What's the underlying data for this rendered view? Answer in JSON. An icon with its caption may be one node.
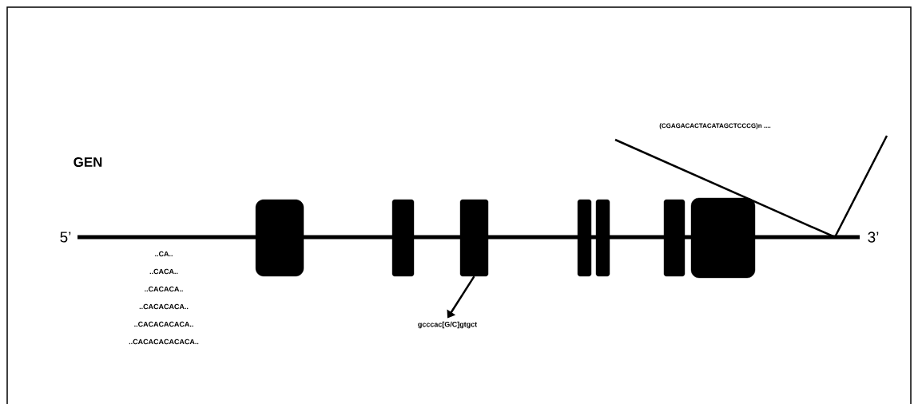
{
  "diagram": {
    "nodes": [
      {
        "text": [],
        "shape": "box"
      },
      {
        "text": [],
        "shape": "box"
      },
      {
        "text": [],
        "shape": "box"
      },
      {
        "text": [],
        "shape": "box"
      },
      {
        "text": [],
        "shape": "box"
      },
      {
        "text": [],
        "shape": "box"
      },
      {
        "text": [],
        "shape": "box"
      },
      {
        "text": [
          "gcccac[G/C]gtgct"
        ]
      }
    ],
    "edges": [
      {
        "from": 2,
        "to": 7,
        "arrow": "to"
      }
    ],
    "labels": [
      "(CGAGACACTACATAGCTCCCG)n ....",
      "GEN",
      "5’",
      "3’",
      "..CA..",
      "..CACA..",
      "..CACACA..",
      "..CACACACA..",
      "..CACACACACA..",
      "..CACACACACACA.."
    ]
  }
}
